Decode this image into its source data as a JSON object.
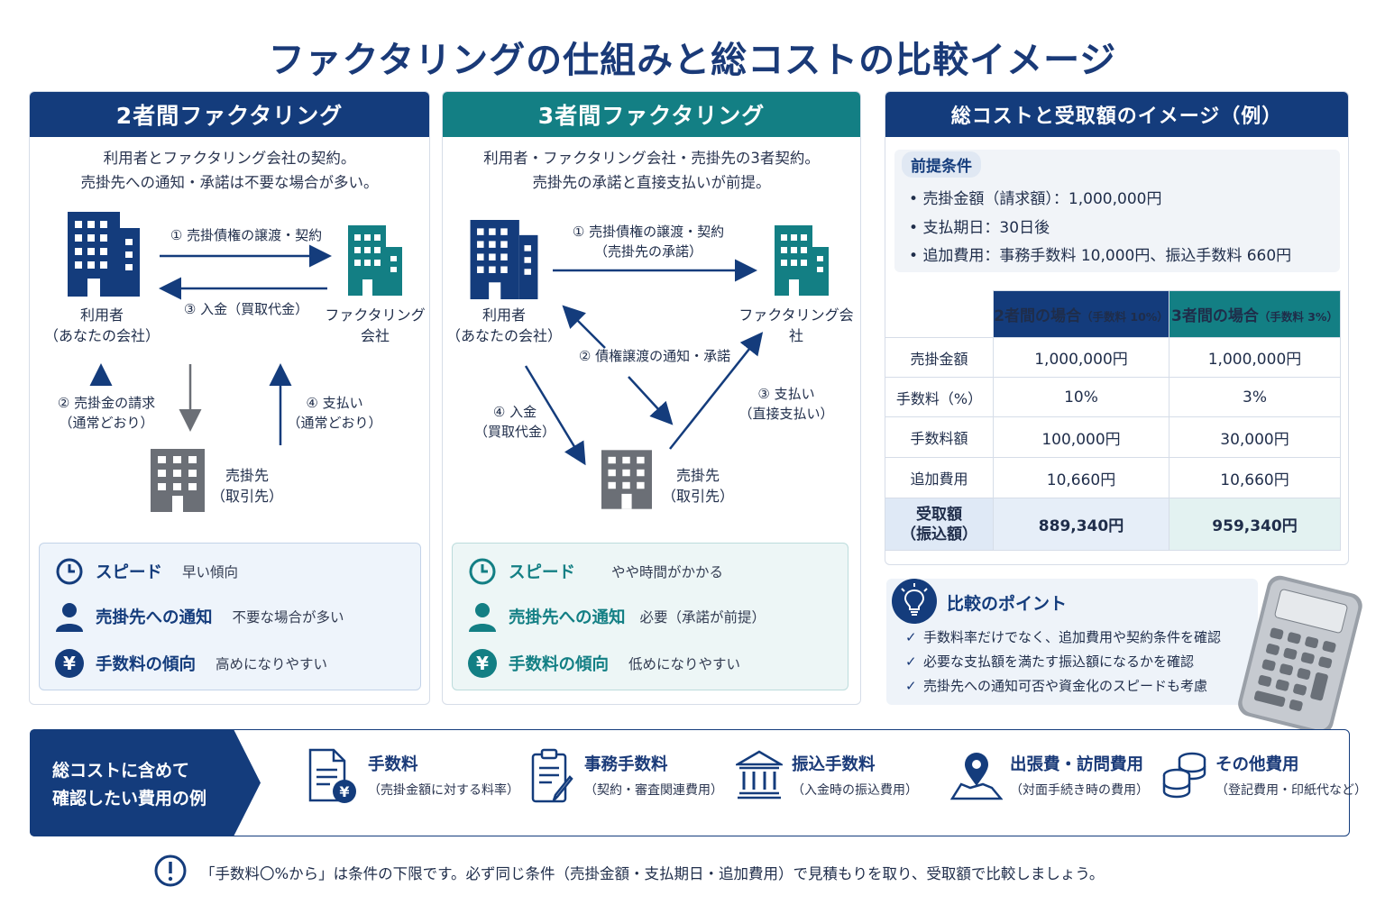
{
  "title": "ファクタリングの仕組みと総コストの比較イメージ",
  "two_party": {
    "header": "2者間ファクタリング",
    "desc_line1": "利用者とファクタリング会社の契約。",
    "desc_line2": "売掛先への通知・承諾は不要な場合が多い。",
    "user_line1": "利用者",
    "user_line2": "（あなたの会社）",
    "company_line1": "ファクタリング",
    "company_line2": "会社",
    "debtor_line1": "売掛先",
    "debtor_line2": "（取引先）",
    "step1": "① 売掛債権の譲渡・契約",
    "step3": "③ 入金（買取代金）",
    "step2_line1": "② 売掛金の請求",
    "step2_line2": "（通常どおり）",
    "step4_line1": "④ 支払い",
    "step4_line2": "（通常どおり）",
    "features": [
      {
        "name": "スピード",
        "value": "早い傾向"
      },
      {
        "name": "売掛先への通知",
        "value": "不要な場合が多い"
      },
      {
        "name": "手数料の傾向",
        "value": "高めになりやすい"
      }
    ]
  },
  "three_party": {
    "header": "3者間ファクタリング",
    "desc_line1": "利用者・ファクタリング会社・売掛先の3者契約。",
    "desc_line2": "売掛先の承諾と直接支払いが前提。",
    "user_line1": "利用者",
    "user_line2": "（あなたの会社）",
    "company": "ファクタリング会社",
    "debtor_line1": "売掛先",
    "debtor_line2": "（取引先）",
    "step1_line1": "① 売掛債権の譲渡・契約",
    "step1_line2": "（売掛先の承諾）",
    "step2": "② 債権譲渡の通知・承諾",
    "step3_line1": "③ 支払い",
    "step3_line2": "（直接支払い）",
    "step4_line1": "④ 入金",
    "step4_line2": "（買取代金）",
    "features": [
      {
        "name": "スピード",
        "value": "やや時間がかかる"
      },
      {
        "name": "売掛先への通知",
        "value": "必要（承諾が前提）"
      },
      {
        "name": "手数料の傾向",
        "value": "低めになりやすい"
      }
    ]
  },
  "cost": {
    "header": "総コストと受取額のイメージ（例）",
    "premise_title": "前提条件",
    "premises": [
      "売掛金額（請求額）：1,000,000円",
      "支払期日：30日後",
      "追加費用：事務手数料 10,000円、振込手数料 660円"
    ],
    "col_two": "2者間の場合",
    "col_two_note": "（手数料 10%）",
    "col_three": "3者間の場合",
    "col_three_note": "（手数料 3%）",
    "rows": [
      {
        "label": "売掛金額",
        "two": "1,000,000円",
        "three": "1,000,000円"
      },
      {
        "label": "手数料（%）",
        "two": "10%",
        "three": "3%"
      },
      {
        "label": "手数料額",
        "two": "100,000円",
        "three": "30,000円"
      },
      {
        "label": "追加費用",
        "two": "10,660円",
        "three": "10,660円"
      }
    ],
    "recv_line1": "受取額",
    "recv_line2": "（振込額）",
    "recv_two": "889,340",
    "recv_three": "959,340",
    "yen": "円"
  },
  "points": {
    "title": "比較のポイント",
    "items": [
      "手数料率だけでなく、追加費用や契約条件を確認",
      "必要な支払額を満たす振込額になるかを確認",
      "売掛先への通知可否や資金化のスピードも考慮"
    ]
  },
  "fees": {
    "label_line1": "総コストに含めて",
    "label_line2": "確認したい費用の例",
    "items": [
      {
        "title": "手数料",
        "sub": "（売掛金額に対する料率）"
      },
      {
        "title": "事務手数料",
        "sub": "（契約・審査関連費用）"
      },
      {
        "title": "振込手数料",
        "sub": "（入金時の振込費用）"
      },
      {
        "title": "出張費・訪問費用",
        "sub": "（対面手続き時の費用）"
      },
      {
        "title": "その他費用",
        "sub": "（登記費用・印紙代など）"
      }
    ]
  },
  "note": "「手数料〇%から」は条件の下限です。必ず同じ条件（売掛金額・支払期日・追加費用）で見積もりを取り、受取額で比較しましょう。",
  "colors": {
    "navy": "#143c7c",
    "teal": "#137f84",
    "gray": "#6b6f76"
  }
}
